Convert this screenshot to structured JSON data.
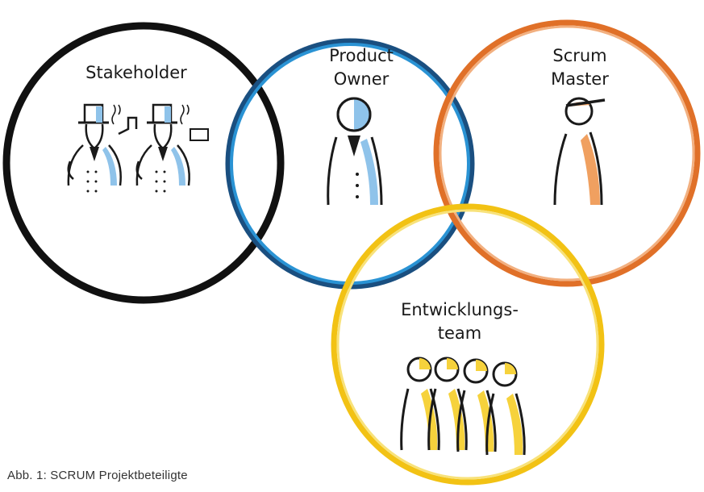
{
  "diagram": {
    "roles": [
      {
        "key": "stakeholder",
        "label": "Stakeholder",
        "color": "#111111"
      },
      {
        "key": "product_owner",
        "label": "Product\nOwner",
        "color": "#1b86c9"
      },
      {
        "key": "scrum_master",
        "label": "Scrum\nMaster",
        "color": "#e8803a"
      },
      {
        "key": "entwicklungsteam",
        "label": "Entwicklungs-\nteam",
        "color": "#f5c91a"
      }
    ],
    "caption": "Abb. 1:  SCRUM Projektbeteiligte"
  },
  "colors": {
    "outline": "#1a1a1a",
    "blue_fill": "#8fc3ea",
    "orange_fill": "#f0a060",
    "yellow_fill": "#f6d23c",
    "orange_ring_inner": "#f2b080",
    "yellow_ring_inner": "#f8e27a",
    "blue_ring_inner": "#7fc0ea"
  }
}
